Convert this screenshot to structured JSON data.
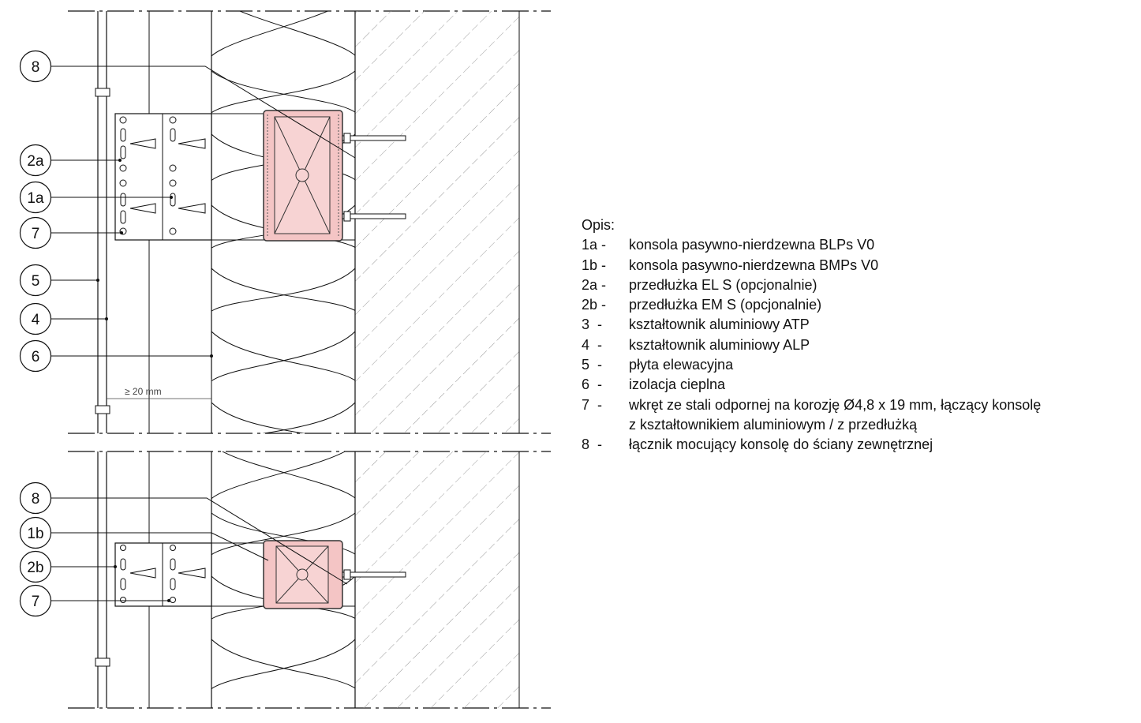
{
  "callouts": {
    "top": [
      "8",
      "2a",
      "1a",
      "7",
      "5",
      "4",
      "6"
    ],
    "bottom": [
      "8",
      "1b",
      "2b",
      "7"
    ]
  },
  "dimension": "≥ 20 mm",
  "legend": {
    "title": "Opis:",
    "items": [
      {
        "code": "1a -",
        "text": "konsola pasywno-nierdzewna BLPs V0"
      },
      {
        "code": "1b -",
        "text": "konsola pasywno-nierdzewna BMPs V0"
      },
      {
        "code": "2a -",
        "text": "przedłużka EL S (opcjonalnie)"
      },
      {
        "code": "2b -",
        "text": "przedłużka EM S (opcjonalnie)"
      },
      {
        "code": "3  -",
        "text": "kształtownik aluminiowy ATP"
      },
      {
        "code": "4  -",
        "text": "kształtownik aluminiowy ALP"
      },
      {
        "code": "5  -",
        "text": "płyta elewacyjna"
      },
      {
        "code": "6  -",
        "text": "izolacja cieplna"
      },
      {
        "code": "7  -",
        "text": "wkręt ze stali odpornej na korozję Ø4,8 x 19 mm, łączący konsolę",
        "cont": "z kształtownikiem aluminiowym / z przedłużką"
      },
      {
        "code": "8  -",
        "text": "łącznik mocujący konsolę do ściany zewnętrznej"
      }
    ]
  },
  "colors": {
    "line": "#111111",
    "hatch": "#8a8a8a",
    "bracket_fill": "#f4c5c5",
    "bracket_stroke": "#333333"
  }
}
